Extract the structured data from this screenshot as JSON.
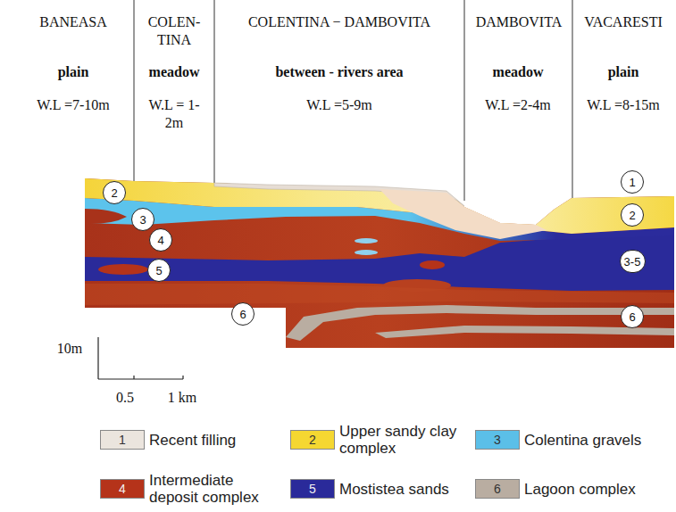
{
  "diagram": {
    "nodes": [
      {
        "text": [
          "2"
        ]
      },
      {
        "text": [
          "3"
        ]
      },
      {
        "text": [
          "4"
        ]
      },
      {
        "text": [
          "5"
        ]
      },
      {
        "text": [
          "6"
        ]
      },
      {
        "text": [
          "1"
        ]
      },
      {
        "text": [
          "2"
        ]
      },
      {
        "text": [
          "3-5"
        ]
      },
      {
        "text": [
          "6"
        ]
      }
    ],
    "labels": [
      "BANEASA",
      "COLEN- TINA",
      "COLENTINA − DAMBOVITA",
      "DAMBOVITA",
      "VACARESTI",
      "plain",
      "meadow",
      "between - rivers area",
      "meadow",
      "plain",
      "W.L =7-10m",
      "W.L = 1-2m",
      "W.L =5-9m",
      "W.L =2-4m",
      "W.L =8-15m",
      "10m",
      "0.5",
      "1 km",
      "1",
      "2",
      "3",
      "4",
      "5",
      "6"
    ],
    "legend": [
      {
        "text": "Recent filling",
        "color": "#ebe5de"
      },
      {
        "text": "Upper sandy clay complex",
        "color": "#f5d731"
      },
      {
        "text": "Colentina gravels",
        "color": "#5bbfe8"
      },
      {
        "text": "Intermediate deposit complex",
        "color": "#b5331a"
      },
      {
        "text": "Mostistea sands",
        "color": "#2a2a9a"
      },
      {
        "text": "Lagoon complex",
        "color": "#b9ada1"
      }
    ]
  }
}
